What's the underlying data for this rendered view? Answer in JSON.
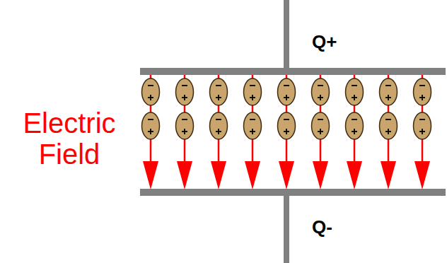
{
  "diagram": {
    "labels": [
      "Q+",
      "Q-",
      "Electric Field"
    ]
  }
}
